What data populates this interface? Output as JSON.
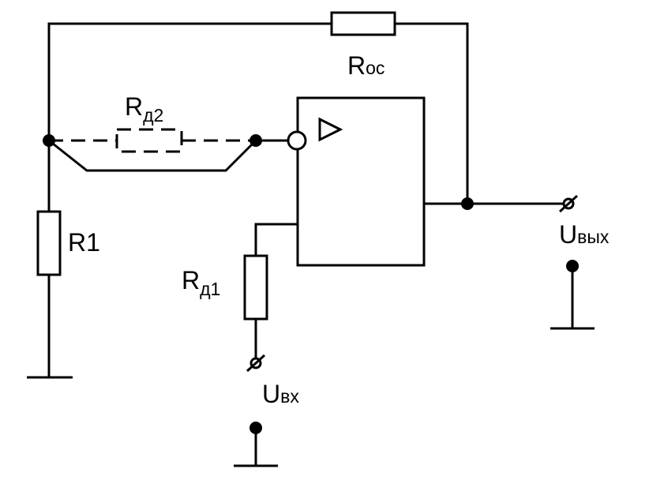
{
  "labels": {
    "r_oc": {
      "main": "R",
      "sub": "oc"
    },
    "r_d2": {
      "main": "R",
      "sub": "д2"
    },
    "r1": "R1",
    "r_d1": {
      "main": "R",
      "sub": "д1"
    },
    "u_in": {
      "main": "U",
      "sub": "вх"
    },
    "u_out": {
      "main": "U",
      "sub": "вых"
    }
  }
}
